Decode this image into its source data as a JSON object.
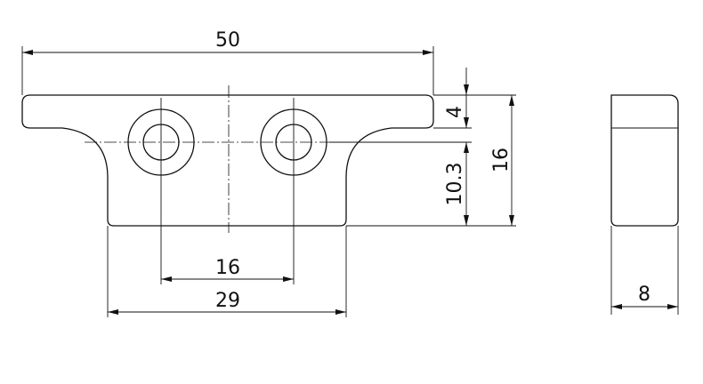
{
  "dimensions": {
    "overall_width": "50",
    "top_thickness": "4",
    "total_height": "16",
    "hole_height": "10.3",
    "hole_spacing": "16",
    "base_width": "29",
    "side_depth": "8"
  }
}
